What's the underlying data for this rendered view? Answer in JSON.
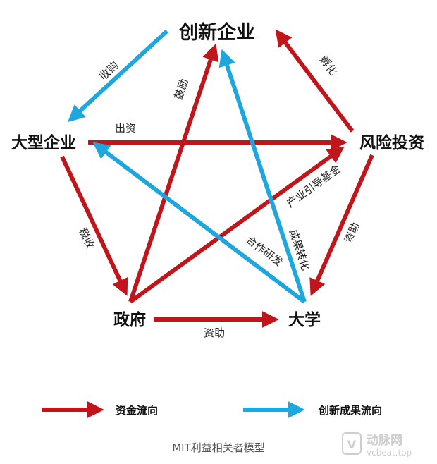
{
  "colors": {
    "capital_flow": "#c0161b",
    "innovation_flow": "#1ea7df"
  },
  "nodes": {
    "innovative_enterprise": "创新企业",
    "large_enterprise": "大型企业",
    "venture_capital": "风险投资",
    "government": "政府",
    "university": "大学"
  },
  "edges": {
    "acquisition": "收购",
    "incubation": "孵化",
    "investment": "出资",
    "encourage": "鼓励",
    "industry_guidance_fund": "产业引导基金",
    "taxation": "税收",
    "grant_vc_to_university": "资助",
    "cooperative_rd": "合作研发",
    "tech_transfer": "成果转化",
    "grant_gov_to_university": "资助"
  },
  "legend": {
    "capital_flow": "资金流向",
    "innovation_flow": "创新成果流向"
  },
  "caption": "MIT利益相关者模型",
  "watermark": {
    "brand": "动脉网",
    "site": "vcbeat.top"
  }
}
